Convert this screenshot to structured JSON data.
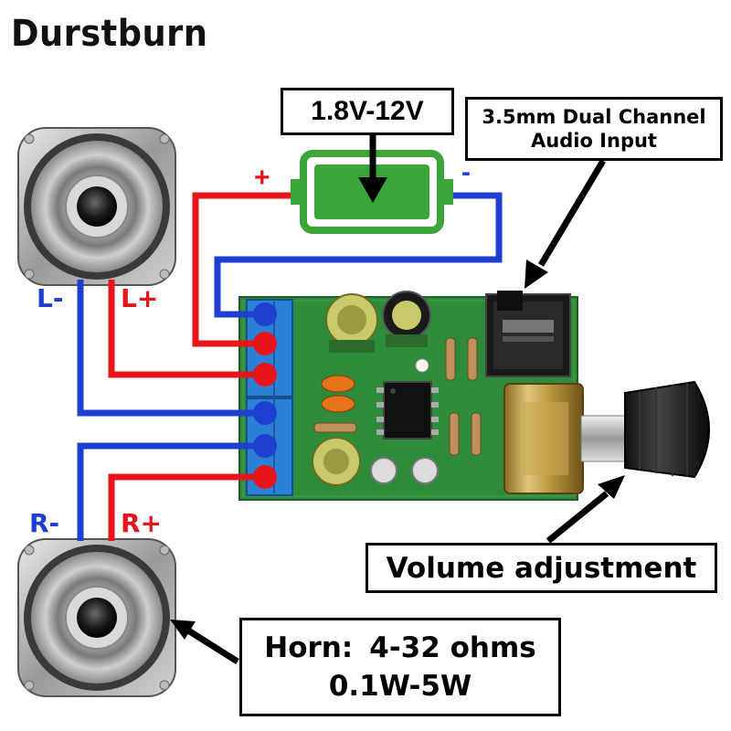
{
  "brand": "Durstburn",
  "power": {
    "voltage_range": "1.8V-12V",
    "plus_sign": "+",
    "minus_sign": "-"
  },
  "audio_input": {
    "line1": "3.5mm Dual Channel",
    "line2": "Audio Input"
  },
  "speaker_left": {
    "neg_label": "L-",
    "pos_label": "L+"
  },
  "speaker_right": {
    "neg_label": "R-",
    "pos_label": "R+"
  },
  "volume": {
    "label": "Volume adjustment"
  },
  "horn": {
    "label": "Horn:",
    "impedance": "4-32 ohms",
    "power": "0.1W-5W"
  },
  "colors": {
    "positive_wire": "#e8141c",
    "negative_wire": "#1e3fcf",
    "battery": "#3aa63a",
    "pcb": "#2e8b3a",
    "terminal": "#2b7fd6"
  },
  "icons": [
    "speaker-icon",
    "battery-icon",
    "audio-jack-icon",
    "potentiometer-knob-icon",
    "pcb-board-icon",
    "arrow-icon"
  ]
}
